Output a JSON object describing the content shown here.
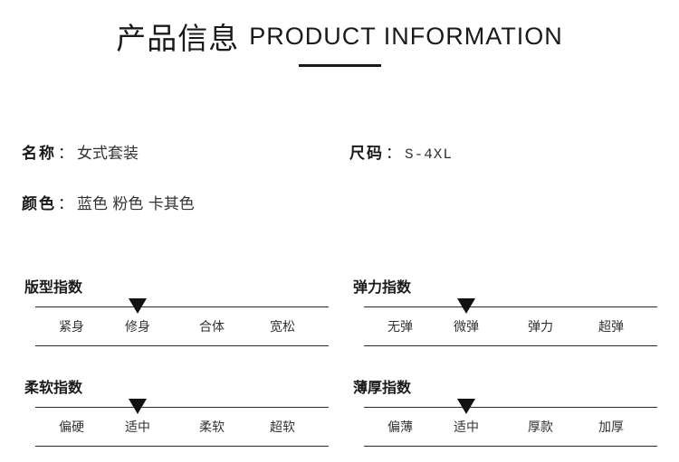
{
  "header": {
    "title_cn": "产品信息",
    "title_en": "PRODUCT INFORMATION"
  },
  "info": {
    "name": {
      "label": "名称",
      "value": "女式套装"
    },
    "size": {
      "label": "尺码",
      "value": "S-4XL"
    },
    "color": {
      "label": "颜色",
      "value": "蓝色 粉色 卡其色"
    },
    "colon": "："
  },
  "scales": {
    "fit": {
      "title": "版型指数",
      "options": [
        "紧身",
        "修身",
        "合体",
        "宽松"
      ],
      "selected": "修身"
    },
    "elasticity": {
      "title": "弹力指数",
      "options": [
        "无弹",
        "微弹",
        "弹力",
        "超弹"
      ],
      "selected": "微弹"
    },
    "softness": {
      "title": "柔软指数",
      "options": [
        "偏硬",
        "适中",
        "柔软",
        "超软"
      ],
      "selected": "适中"
    },
    "thickness": {
      "title": "薄厚指数",
      "options": [
        "偏薄",
        "适中",
        "厚款",
        "加厚"
      ],
      "selected": "适中"
    }
  }
}
